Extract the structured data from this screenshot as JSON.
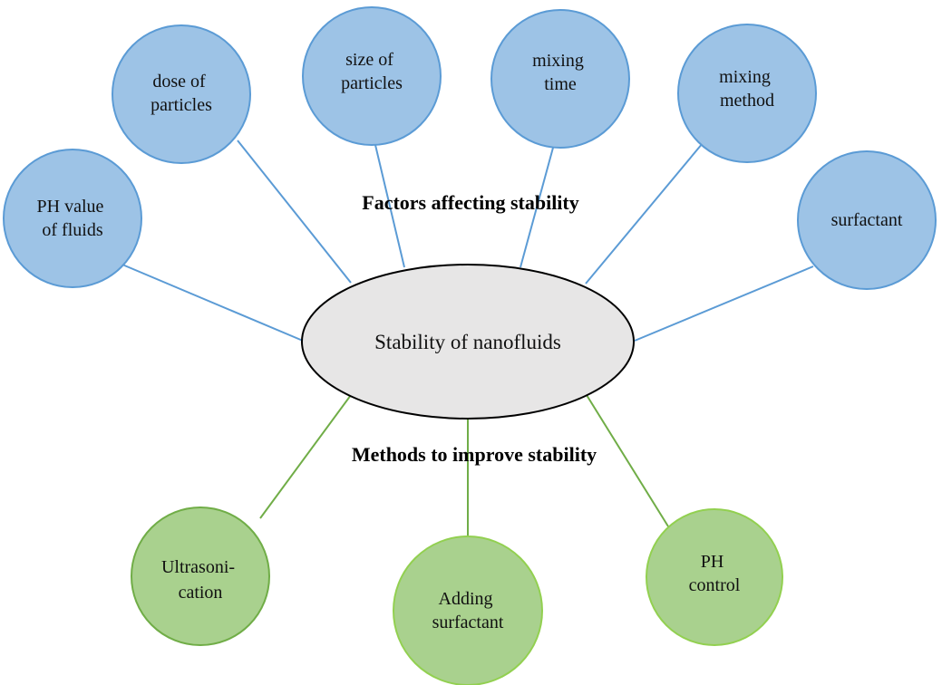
{
  "center": {
    "label": "Stability of nanofluids"
  },
  "factors": {
    "heading": "Factors affecting stability",
    "color": "#9dc3e6",
    "border_color": "#5b9bd5",
    "items": [
      {
        "lines": [
          "PH value",
          "of fluids"
        ]
      },
      {
        "lines": [
          "dose of",
          "particles"
        ]
      },
      {
        "lines": [
          "size of",
          "particles"
        ]
      },
      {
        "lines": [
          "mixing",
          "time"
        ]
      },
      {
        "lines": [
          "mixing",
          "method"
        ]
      },
      {
        "lines": [
          "surfactant"
        ]
      }
    ]
  },
  "methods": {
    "heading": "Methods to improve stability",
    "color": "#a9d18e",
    "border_color": "#70ad47",
    "items": [
      {
        "lines": [
          "Ultrasoni-",
          "cation"
        ]
      },
      {
        "lines": [
          "Adding",
          "surfactant"
        ]
      },
      {
        "lines": [
          "PH",
          "control"
        ]
      }
    ]
  }
}
